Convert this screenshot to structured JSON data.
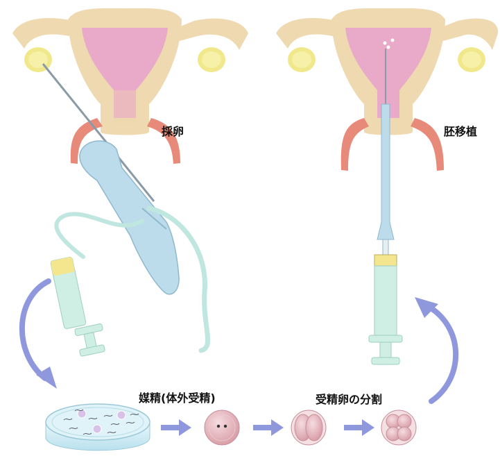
{
  "labels": {
    "egg_retrieval": "採卵",
    "embryo_transfer": "胚移植",
    "insemination": "媒精(体外受精)",
    "fertilized_egg_division": "受精卵の分割"
  },
  "colors": {
    "uterus_outer": "#efd9b0",
    "uterus_inner": "#e9a9c8",
    "ovary": "#f0e88a",
    "cervix": "#e88a7a",
    "device_blue": "#bcdcec",
    "syringe_green": "#cfeee4",
    "syringe_yellow": "#f3e68e",
    "arrow": "#8f98dd",
    "cell": "#e8b8be"
  },
  "icons": [
    "uterus-icon",
    "ovary-icon",
    "needle-icon",
    "syringe-icon",
    "petri-dish-icon",
    "egg-cell-icon",
    "embryo-icon",
    "arrow-icon"
  ]
}
